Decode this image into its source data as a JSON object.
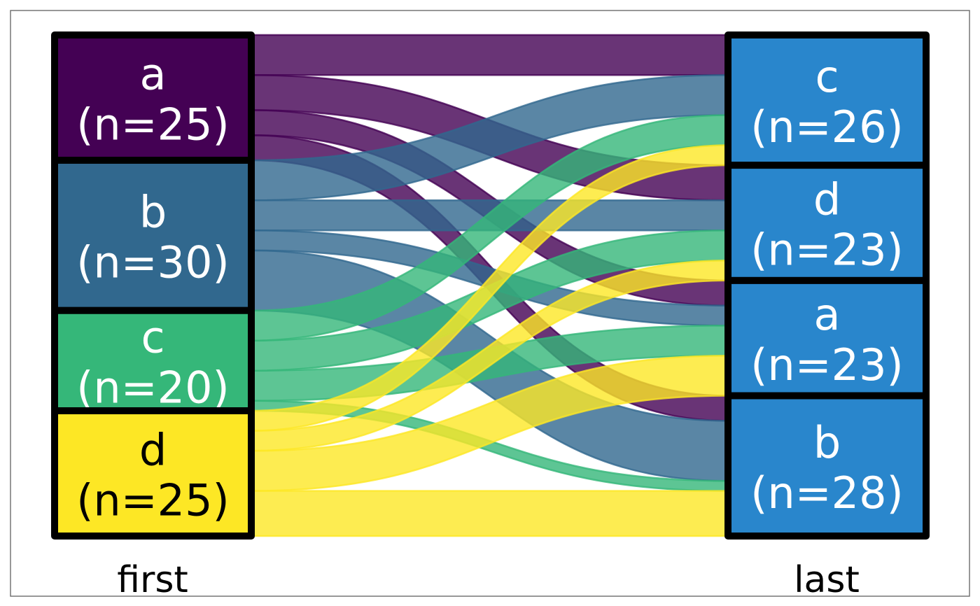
{
  "chart_data": {
    "type": "sankey",
    "axes": [
      {
        "label": "first",
        "nodes": [
          {
            "id": "a",
            "label": "a",
            "count": "(n=25)",
            "value": 25,
            "color": "#440154",
            "text_color": "#ffffff"
          },
          {
            "id": "b",
            "label": "b",
            "count": "(n=30)",
            "value": 30,
            "color": "#31688e",
            "text_color": "#ffffff"
          },
          {
            "id": "c",
            "label": "c",
            "count": "(n=20)",
            "value": 20,
            "color": "#35b779",
            "text_color": "#ffffff"
          },
          {
            "id": "d",
            "label": "d",
            "count": "(n=25)",
            "value": 25,
            "color": "#fde725",
            "text_color": "#000000"
          }
        ]
      },
      {
        "label": "last",
        "nodes": [
          {
            "id": "c",
            "label": "c",
            "count": "(n=26)",
            "value": 26,
            "color": "#2986cc",
            "text_color": "#ffffff"
          },
          {
            "id": "d",
            "label": "d",
            "count": "(n=23)",
            "value": 23,
            "color": "#2986cc",
            "text_color": "#ffffff"
          },
          {
            "id": "a",
            "label": "a",
            "count": "(n=23)",
            "value": 23,
            "color": "#2986cc",
            "text_color": "#ffffff"
          },
          {
            "id": "b",
            "label": "b",
            "count": "(n=28)",
            "value": 28,
            "color": "#2986cc",
            "text_color": "#ffffff"
          }
        ]
      }
    ],
    "flows": [
      {
        "source": "a",
        "target": "c",
        "value": 8
      },
      {
        "source": "a",
        "target": "d",
        "value": 7
      },
      {
        "source": "a",
        "target": "a",
        "value": 5
      },
      {
        "source": "a",
        "target": "b",
        "value": 5
      },
      {
        "source": "b",
        "target": "c",
        "value": 8
      },
      {
        "source": "b",
        "target": "d",
        "value": 6
      },
      {
        "source": "b",
        "target": "a",
        "value": 4
      },
      {
        "source": "b",
        "target": "b",
        "value": 12
      },
      {
        "source": "c",
        "target": "c",
        "value": 6
      },
      {
        "source": "c",
        "target": "d",
        "value": 6
      },
      {
        "source": "c",
        "target": "a",
        "value": 6
      },
      {
        "source": "c",
        "target": "b",
        "value": 2
      },
      {
        "source": "d",
        "target": "c",
        "value": 4
      },
      {
        "source": "d",
        "target": "d",
        "value": 4
      },
      {
        "source": "d",
        "target": "a",
        "value": 8
      },
      {
        "source": "d",
        "target": "b",
        "value": 9
      }
    ],
    "flow_opacity": 0.8
  }
}
